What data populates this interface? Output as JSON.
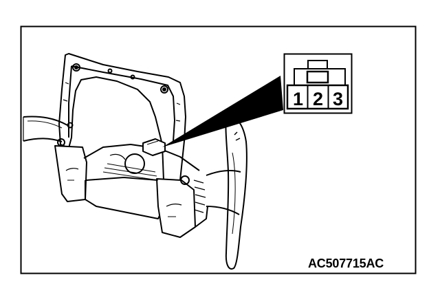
{
  "figure": {
    "connector_pins": [
      "1",
      "2",
      "3"
    ],
    "figure_code": "AC507715AC"
  }
}
